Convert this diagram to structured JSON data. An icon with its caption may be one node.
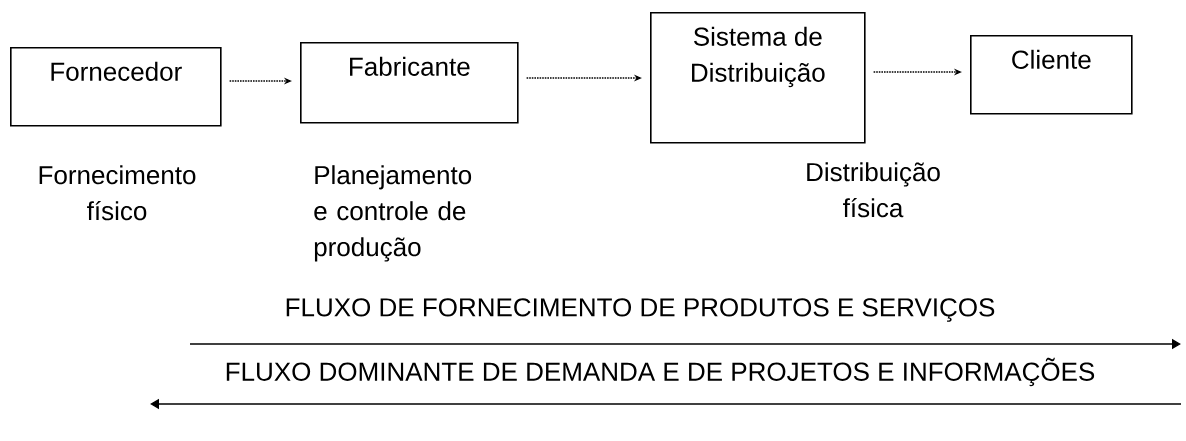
{
  "diagram": {
    "nodes": [
      {
        "text": [
          "Fornecedor"
        ],
        "beside": [
          "Fornecimento físico"
        ]
      },
      {
        "text": [
          "Fabricante"
        ],
        "beside": [
          "Planejamento e controle de produção"
        ]
      },
      {
        "text": [
          "Sistema de Distribuição"
        ],
        "beside": [
          "Distribuição física"
        ]
      },
      {
        "text": [
          "Cliente"
        ]
      }
    ],
    "edges": [
      {
        "from": 0,
        "to": 1,
        "arrow": "to"
      },
      {
        "from": 1,
        "to": 2,
        "arrow": "to"
      },
      {
        "from": 2,
        "to": 3,
        "arrow": "to"
      }
    ],
    "labels": [
      "FLUXO DE FORNECIMENTO DE PRODUTOS E SERVIÇOS",
      "FLUXO DOMINANTE DE DEMANDA E DE PROJETOS E INFORMAÇÕES"
    ]
  }
}
